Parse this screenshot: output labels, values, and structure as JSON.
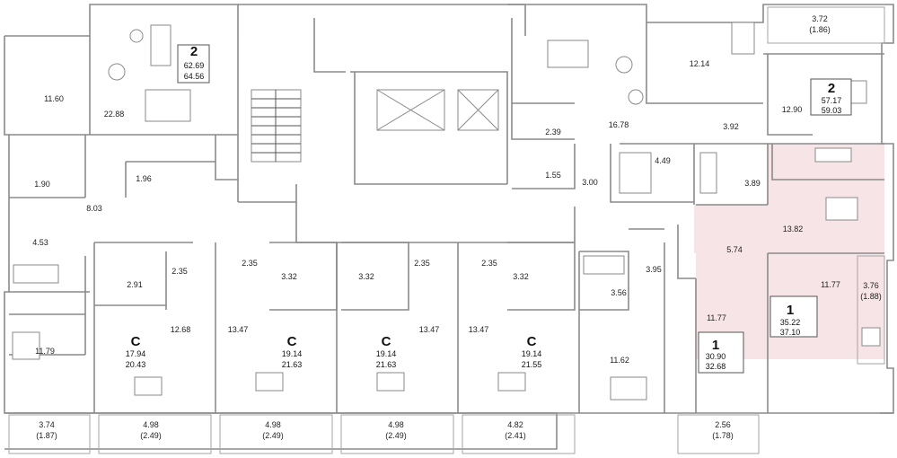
{
  "highlight_color": "#f6e4e6",
  "units": [
    {
      "id": "u-top-left",
      "type": "2",
      "area_living": "62.69",
      "area_total": "64.56"
    },
    {
      "id": "u-top-right",
      "type": "2",
      "area_living": "57.17",
      "area_total": "59.03"
    },
    {
      "id": "u-c1",
      "type": "C",
      "area_living": "17.94",
      "area_total": "20.43"
    },
    {
      "id": "u-c2",
      "type": "C",
      "area_living": "19.14",
      "area_total": "21.63"
    },
    {
      "id": "u-c3",
      "type": "C",
      "area_living": "19.14",
      "area_total": "21.63"
    },
    {
      "id": "u-c4",
      "type": "C",
      "area_living": "19.14",
      "area_total": "21.55"
    },
    {
      "id": "u-one-a",
      "type": "1",
      "area_living": "30.90",
      "area_total": "32.68"
    },
    {
      "id": "u-one-b",
      "type": "1",
      "area_living": "35.22",
      "area_total": "37.10"
    }
  ],
  "rooms": [
    {
      "value": "11.60"
    },
    {
      "value": "22.88"
    },
    {
      "value": "1.90"
    },
    {
      "value": "1.96"
    },
    {
      "value": "8.03"
    },
    {
      "value": "4.53"
    },
    {
      "value": "11.79"
    },
    {
      "value": "2.91"
    },
    {
      "value": "2.35"
    },
    {
      "value": "12.68"
    },
    {
      "value": "2.35"
    },
    {
      "value": "3.32"
    },
    {
      "value": "13.47"
    },
    {
      "value": "3.32"
    },
    {
      "value": "2.35"
    },
    {
      "value": "13.47"
    },
    {
      "value": "2.35"
    },
    {
      "value": "3.32"
    },
    {
      "value": "13.47"
    },
    {
      "value": "2.39"
    },
    {
      "value": "1.55"
    },
    {
      "value": "3.00"
    },
    {
      "value": "16.78"
    },
    {
      "value": "4.49"
    },
    {
      "value": "12.14"
    },
    {
      "value": "3.92"
    },
    {
      "value": "12.90"
    },
    {
      "value": "3.89"
    },
    {
      "value": "13.82"
    },
    {
      "value": "5.74"
    },
    {
      "value": "3.56"
    },
    {
      "value": "3.95"
    },
    {
      "value": "11.77"
    },
    {
      "value": "11.77"
    },
    {
      "value": "11.62"
    }
  ],
  "balconies": [
    {
      "area": "3.74",
      "reduced": "(1.87)"
    },
    {
      "area": "4.98",
      "reduced": "(2.49)"
    },
    {
      "area": "4.98",
      "reduced": "(2.49)"
    },
    {
      "area": "4.98",
      "reduced": "(2.49)"
    },
    {
      "area": "4.82",
      "reduced": "(2.41)"
    },
    {
      "area": "2.56",
      "reduced": "(1.78)"
    },
    {
      "area": "3.72",
      "reduced": "(1.86)"
    },
    {
      "area": "3.76",
      "reduced": "(1.88)"
    }
  ]
}
